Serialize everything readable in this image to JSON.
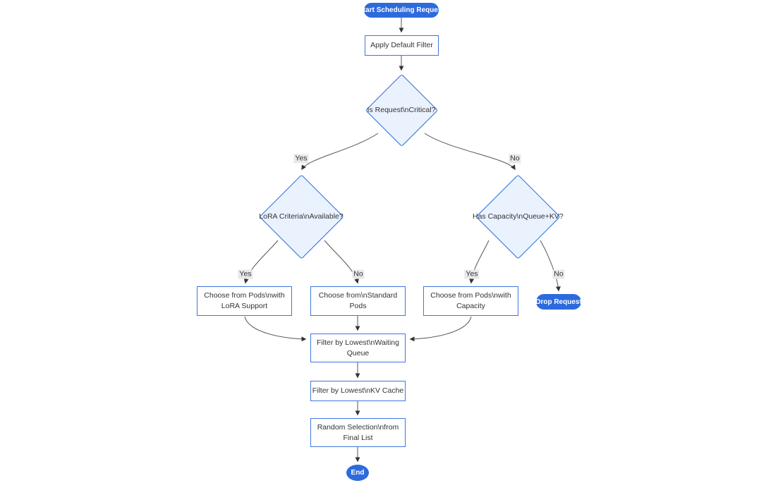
{
  "diagram": {
    "nodes": {
      "start": {
        "label": "Start Scheduling Request"
      },
      "apply_filter": {
        "label": "Apply Default Filter"
      },
      "is_critical": {
        "label": "Is Request\\nCritical?"
      },
      "lora_available": {
        "label": "LoRA Criteria\\nAvailable?"
      },
      "has_capacity": {
        "label": "Has Capacity\\nQueue+KV?"
      },
      "choose_lora": {
        "lines": [
          "Choose from Pods\\nwith",
          "LoRA Support"
        ]
      },
      "choose_standard": {
        "lines": [
          "Choose from\\nStandard",
          "Pods"
        ]
      },
      "choose_capacity": {
        "lines": [
          "Choose from Pods\\nwith",
          "Capacity"
        ]
      },
      "drop_request": {
        "label": "Drop Request"
      },
      "filter_waiting": {
        "lines": [
          "Filter by Lowest\\nWaiting",
          "Queue"
        ]
      },
      "filter_kv": {
        "label": "Filter by Lowest\\nKV Cache"
      },
      "random_selection": {
        "lines": [
          "Random Selection\\nfrom",
          "Final List"
        ]
      },
      "end": {
        "label": "End"
      }
    },
    "edge_labels": {
      "critical_yes": "Yes",
      "critical_no": "No",
      "lora_yes": "Yes",
      "lora_no": "No",
      "capacity_yes": "Yes",
      "capacity_no": "No"
    },
    "colors": {
      "accent_blue": "#2d6ade",
      "diamond_fill": "#e9f2fd",
      "diamond_border": "#2b6cdf",
      "rect_border": "#4076e0",
      "edge_line": "#555555",
      "arrowhead": "#333333",
      "edge_label_bg": "#e8e8e8",
      "node_text": "#333333"
    }
  }
}
